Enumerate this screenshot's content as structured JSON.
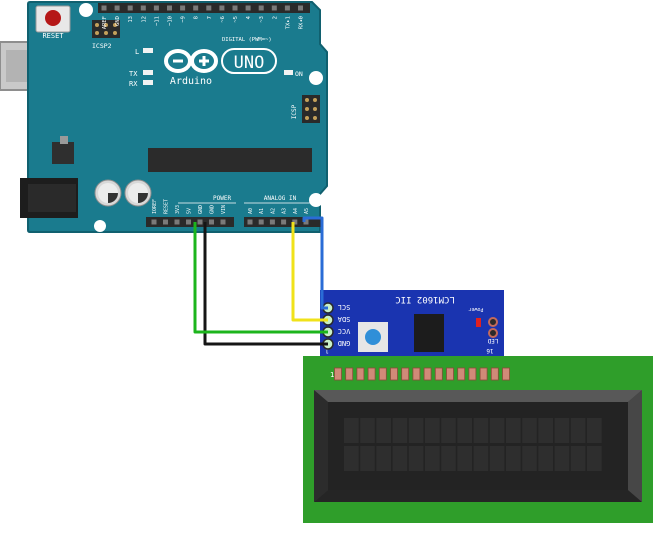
{
  "arduino": {
    "reset_label": "RESET",
    "icsp2_label": "ICSP2",
    "icsp_label": "ICSP",
    "l_label": "L",
    "tx_label": "TX",
    "rx_label": "RX",
    "on_label": "ON",
    "logo_uno": "UNO",
    "logo_brand": "Arduino",
    "digital_label": "DIGITAL (PWM=~)",
    "top_pins": [
      "AREF",
      "GND",
      "13",
      "12",
      "~11",
      "~10",
      "~9",
      "8",
      "7",
      "~6",
      "~5",
      "4",
      "~3",
      "2",
      "TX▸1",
      "RX◂0"
    ],
    "power_label": "POWER",
    "analog_label": "ANALOG IN",
    "power_pins": [
      "IOREF",
      "RESET",
      "3V3",
      "5V",
      "GND",
      "GND",
      "VIN"
    ],
    "analog_pins": [
      "A0",
      "A1",
      "A2",
      "A3",
      "A4",
      "A5"
    ]
  },
  "i2c_module": {
    "title": "LCM1602 IIC",
    "pins": [
      "SCL",
      "SDA",
      "VCC",
      "GND"
    ],
    "power_label": "Power",
    "led_label": "LED",
    "side_labels": [
      "16",
      "1"
    ]
  },
  "lcd": {
    "pin_one_label": "1",
    "pin_count": 16,
    "cols": 16,
    "rows": 2
  },
  "colors": {
    "board": "#1a7b8e",
    "board_edge": "#10606f",
    "module": "#1a34b0",
    "lcd_pcb": "#2f9e2a",
    "wire_green": "#1cb51c",
    "wire_black": "#151515",
    "wire_yellow": "#f0e21a",
    "wire_blue": "#2a6cd6"
  }
}
